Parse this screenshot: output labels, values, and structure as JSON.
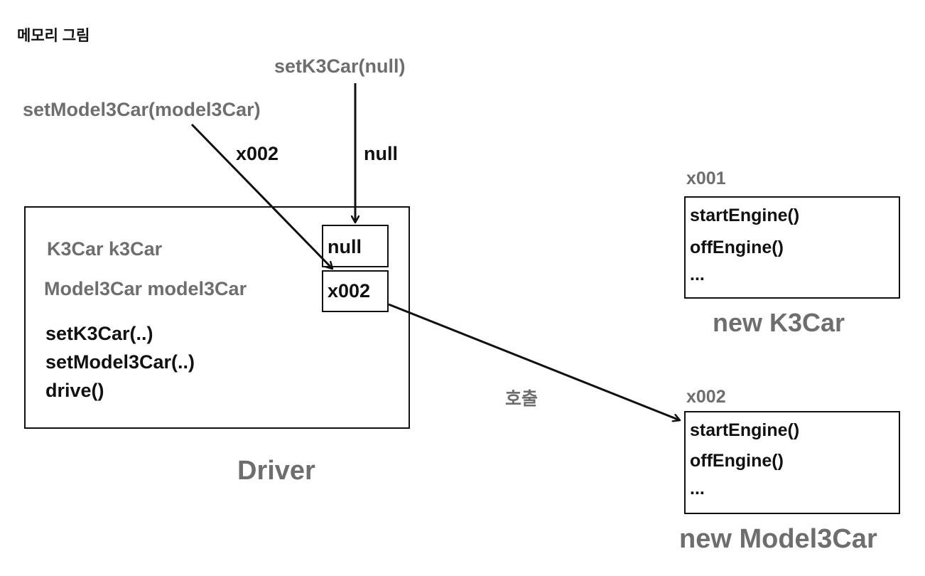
{
  "page": {
    "heading": "메모리 그림"
  },
  "calls": {
    "set_k3car": "setK3Car(null)",
    "set_model3car": "setModel3Car(model3Car)",
    "label_x002": "x002",
    "label_null": "null"
  },
  "driver": {
    "name": "Driver",
    "fields": [
      "K3Car k3Car",
      "Model3Car model3Car"
    ],
    "field_values": [
      "null",
      "x002"
    ],
    "methods": [
      "setK3Car(..)",
      "setModel3Car(..)",
      "drive()"
    ]
  },
  "call_label": "호출",
  "instances": [
    {
      "address": "x001",
      "methods": [
        "startEngine()",
        "offEngine()",
        "..."
      ],
      "caption": "new K3Car"
    },
    {
      "address": "x002",
      "methods": [
        "startEngine()",
        "offEngine()",
        "..."
      ],
      "caption": "new Model3Car"
    }
  ],
  "colors": {
    "line": "#111111",
    "muted_text": "#6e6e6e"
  }
}
